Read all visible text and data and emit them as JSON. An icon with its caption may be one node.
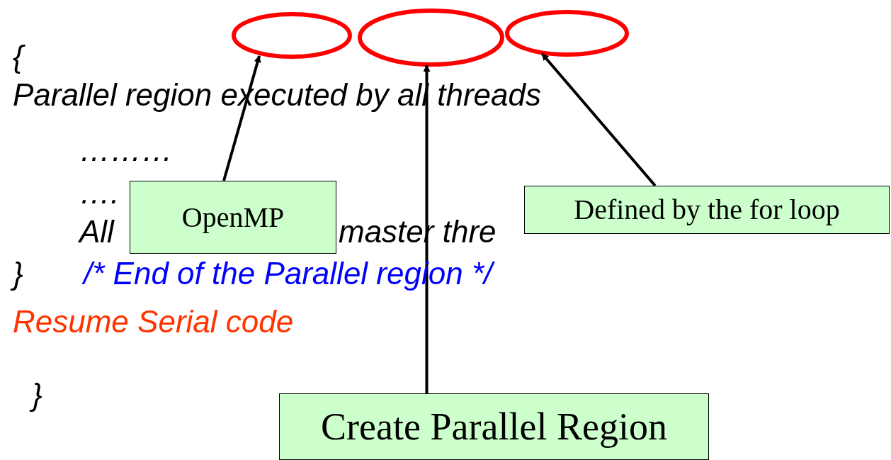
{
  "diagram": {
    "nodes": [
      {
        "text": [],
        "shape": "ellipse"
      },
      {
        "text": [],
        "shape": "ellipse"
      },
      {
        "text": [],
        "shape": "ellipse"
      },
      {
        "text": [
          "OpenMP"
        ]
      },
      {
        "text": [
          "Defined by the for loop"
        ]
      },
      {
        "text": [
          "Create Parallel Region"
        ]
      }
    ],
    "edges": [
      {
        "from": 3,
        "to": 0,
        "arrow": "to"
      },
      {
        "from": 5,
        "to": 1,
        "arrow": "to"
      },
      {
        "from": 4,
        "to": 2,
        "arrow": "to"
      }
    ],
    "labels": [
      "{",
      "Parallel region executed by all threads",
      "………",
      "….",
      "All",
      "master thre",
      "}",
      "/* End of the Parallel region */",
      "Resume Serial code",
      "}"
    ]
  }
}
